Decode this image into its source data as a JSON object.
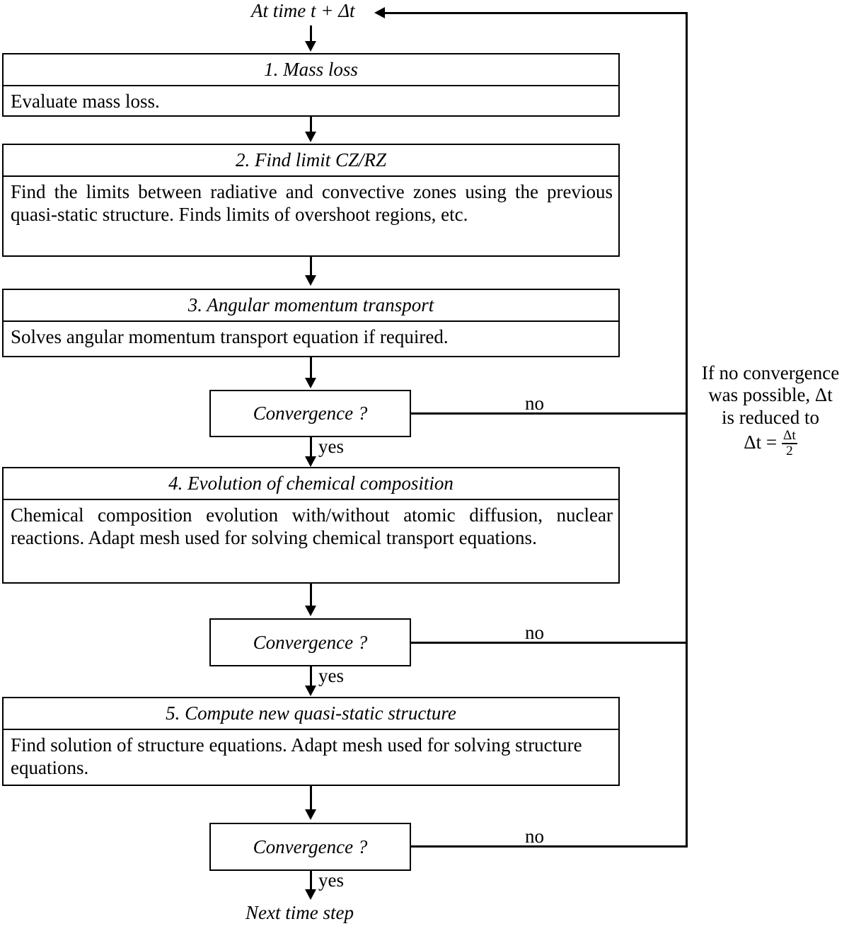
{
  "diagram": {
    "entry_label": "At time t + Δt",
    "exit_label": "Next time step",
    "yes_label": "yes",
    "no_label": "no",
    "feedback_note": {
      "line1": "If no convergence",
      "line2": "was possible, Δt",
      "line3": "is reduced to",
      "line4_lhs": "Δt =",
      "fraction_numerator": "Δt",
      "fraction_denominator": "2"
    },
    "steps": [
      {
        "title": "1. Mass loss",
        "body": "Evaluate mass loss."
      },
      {
        "title": "2. Find limit CZ/RZ",
        "body": "Find the limits between radiative and convective zones using the previous quasi-static structure. Finds limits of overshoot regions, etc."
      },
      {
        "title": "3. Angular momentum transport",
        "body": "Solves angular momentum transport equation if required."
      },
      {
        "title": "4. Evolution of chemical composition",
        "body": "Chemical composition evolution with/without atomic diffusion, nuclear reactions. Adapt mesh used for solving chemical transport equations."
      },
      {
        "title": "5. Compute new quasi-static structure",
        "body": "Find solution of structure equations. Adapt mesh used for solving structure equations."
      }
    ],
    "decisions": [
      {
        "label": "Convergence ?"
      },
      {
        "label": "Convergence ?"
      },
      {
        "label": "Convergence ?"
      }
    ],
    "colors": {
      "stroke": "#000000",
      "background": "#ffffff",
      "text": "#000000"
    }
  }
}
